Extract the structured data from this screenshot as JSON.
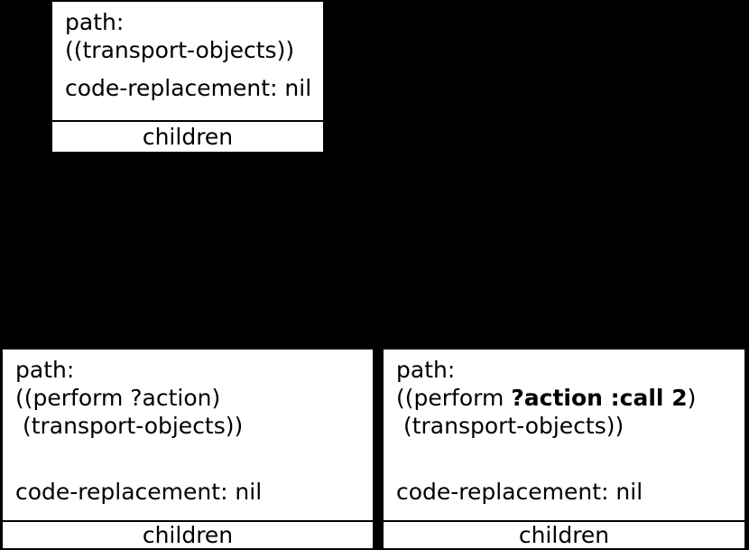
{
  "meta": {
    "background_color": "#000000",
    "node_background_color": "#ffffff",
    "node_border_color": "#000000",
    "text_color": "#000000"
  },
  "nodes": {
    "top": {
      "path_lines": [
        "path:",
        "((transport-objects))"
      ],
      "code_replacement": "code-replacement: nil",
      "children_label": "children"
    },
    "bottom_left": {
      "path_lines": [
        "path:",
        "((perform ?action)",
        " (transport-objects))",
        ""
      ],
      "code_replacement": "code-replacement: nil",
      "children_label": "children"
    },
    "bottom_right": {
      "path_line_1": "path:",
      "path_line_2_pre": "((perform ",
      "path_line_2_bold": "?action :call 2",
      "path_line_2_post": ")",
      "path_line_3": " (transport-objects))",
      "path_line_4": "",
      "code_replacement": "code-replacement: nil",
      "children_label": "children"
    }
  }
}
